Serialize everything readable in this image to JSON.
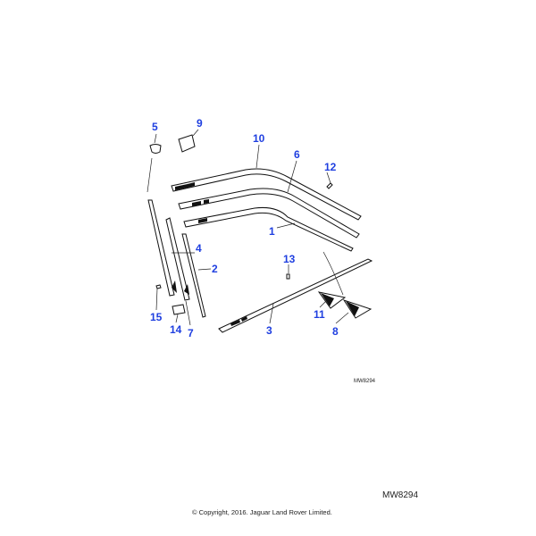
{
  "diagram": {
    "callouts": [
      "1",
      "2",
      "3",
      "4",
      "5",
      "6",
      "7",
      "8",
      "9",
      "10",
      "11",
      "12",
      "13",
      "14",
      "15"
    ],
    "callout_color": "#1f3fe0"
  },
  "footer": {
    "ref_small": "MW8294",
    "ref_large": "MW8294",
    "copyright": "© Copyright, 2016. Jaguar Land Rover Limited."
  }
}
